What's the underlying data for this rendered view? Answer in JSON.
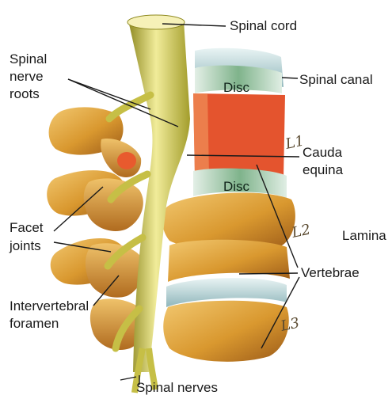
{
  "labels": {
    "spinal_cord": "Spinal cord",
    "spinal_nerve_roots_1": "Spinal",
    "spinal_nerve_roots_2": "nerve",
    "spinal_nerve_roots_3": "roots",
    "spinal_canal": "Spinal canal",
    "disc_upper": "Disc",
    "disc_lower": "Disc",
    "cauda_equina_1": "Cauda",
    "cauda_equina_2": "equina",
    "facet_joints_1": "Facet",
    "facet_joints_2": "joints",
    "lamina": "Lamina",
    "vertebrae": "Vertebrae",
    "intervertebral_foramen_1": "Intervertebral",
    "intervertebral_foramen_2": "foramen",
    "spinal_nerves": "Spinal nerves"
  },
  "level_marks": {
    "l1": "L1",
    "l2": "L2",
    "l3": "L3"
  },
  "colors": {
    "bone": "#d9a24a",
    "bone_dark": "#a8661f",
    "nerve": "#d8d05a",
    "disc": "#5f9b6e",
    "canal_red": "#e4542e",
    "disc_cartilage": "#b9d7d9"
  }
}
